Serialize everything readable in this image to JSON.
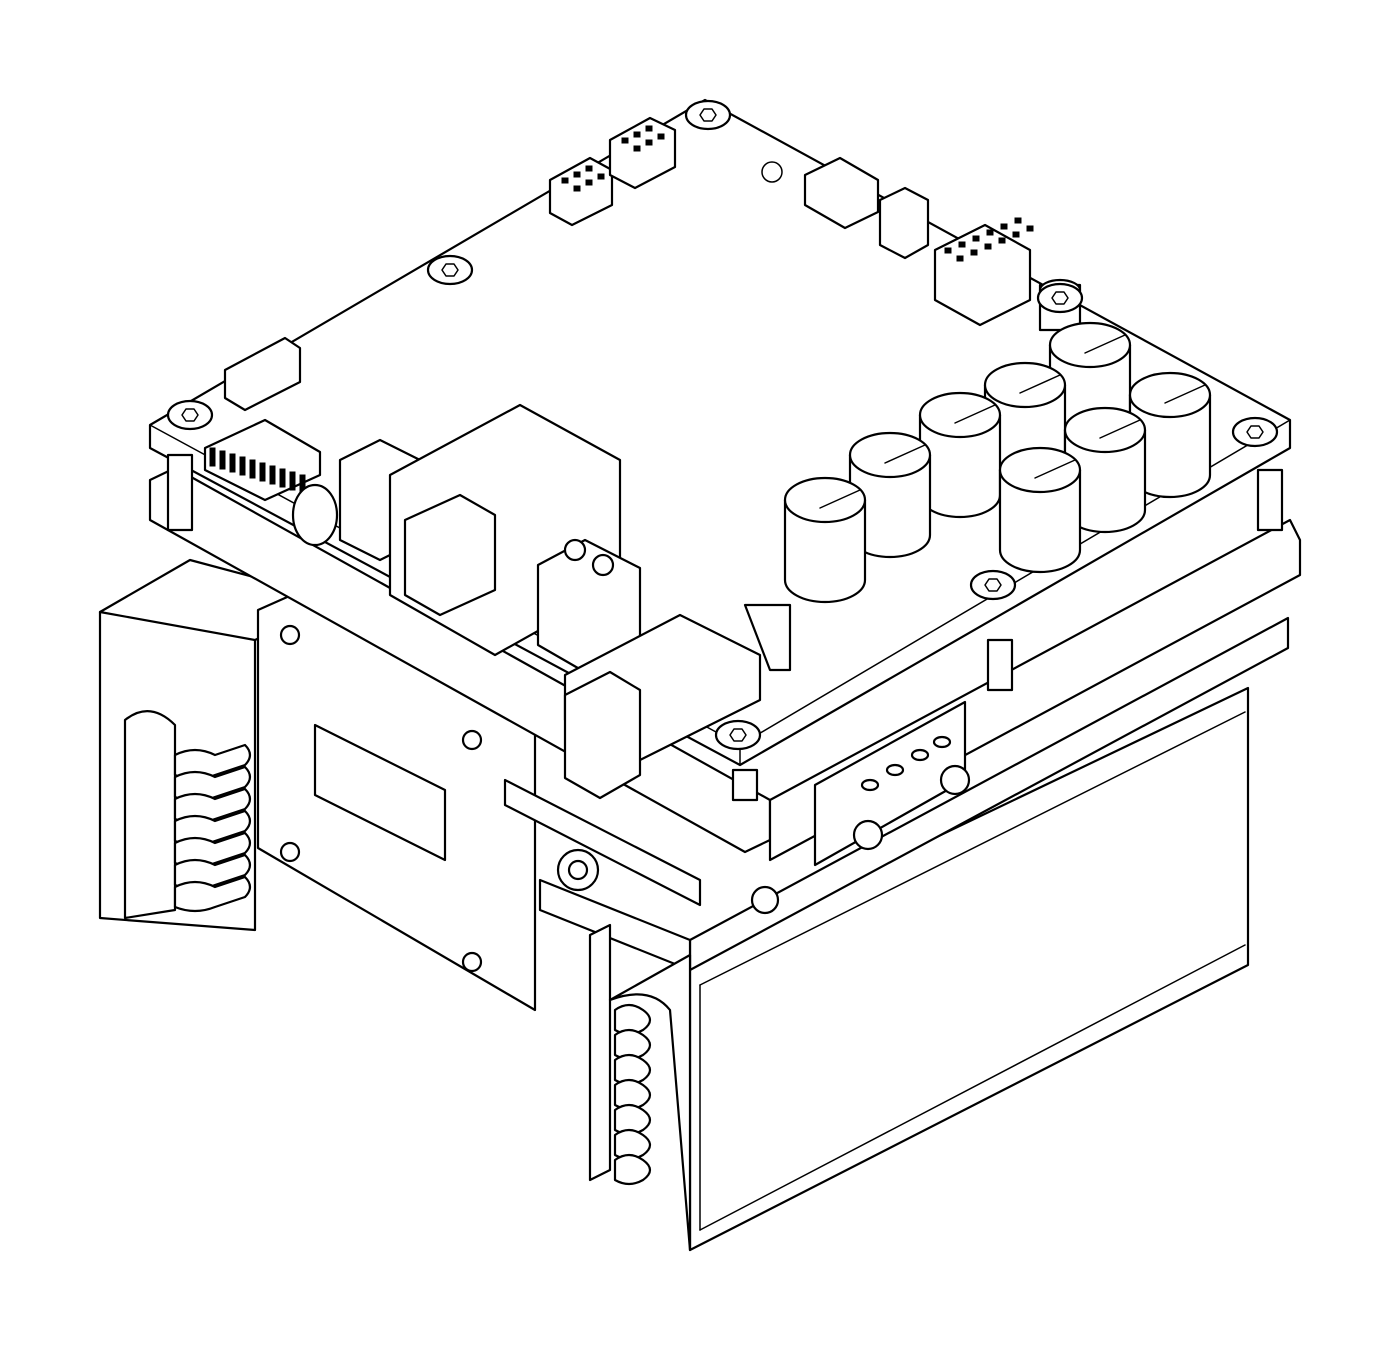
{
  "figure": {
    "background": "#ffffff",
    "line_color": "#000000",
    "parts": {
      "pcb": "control-board",
      "capacitors": "electrolytic-capacitor-bank",
      "rj45": "rj45-jack",
      "terminal": "screw-terminal-block",
      "heatsink": "finned-heatsink",
      "bracket": "mounting-bracket",
      "standoffs": "hex-standoff",
      "screws": "socket-head-screw"
    }
  }
}
